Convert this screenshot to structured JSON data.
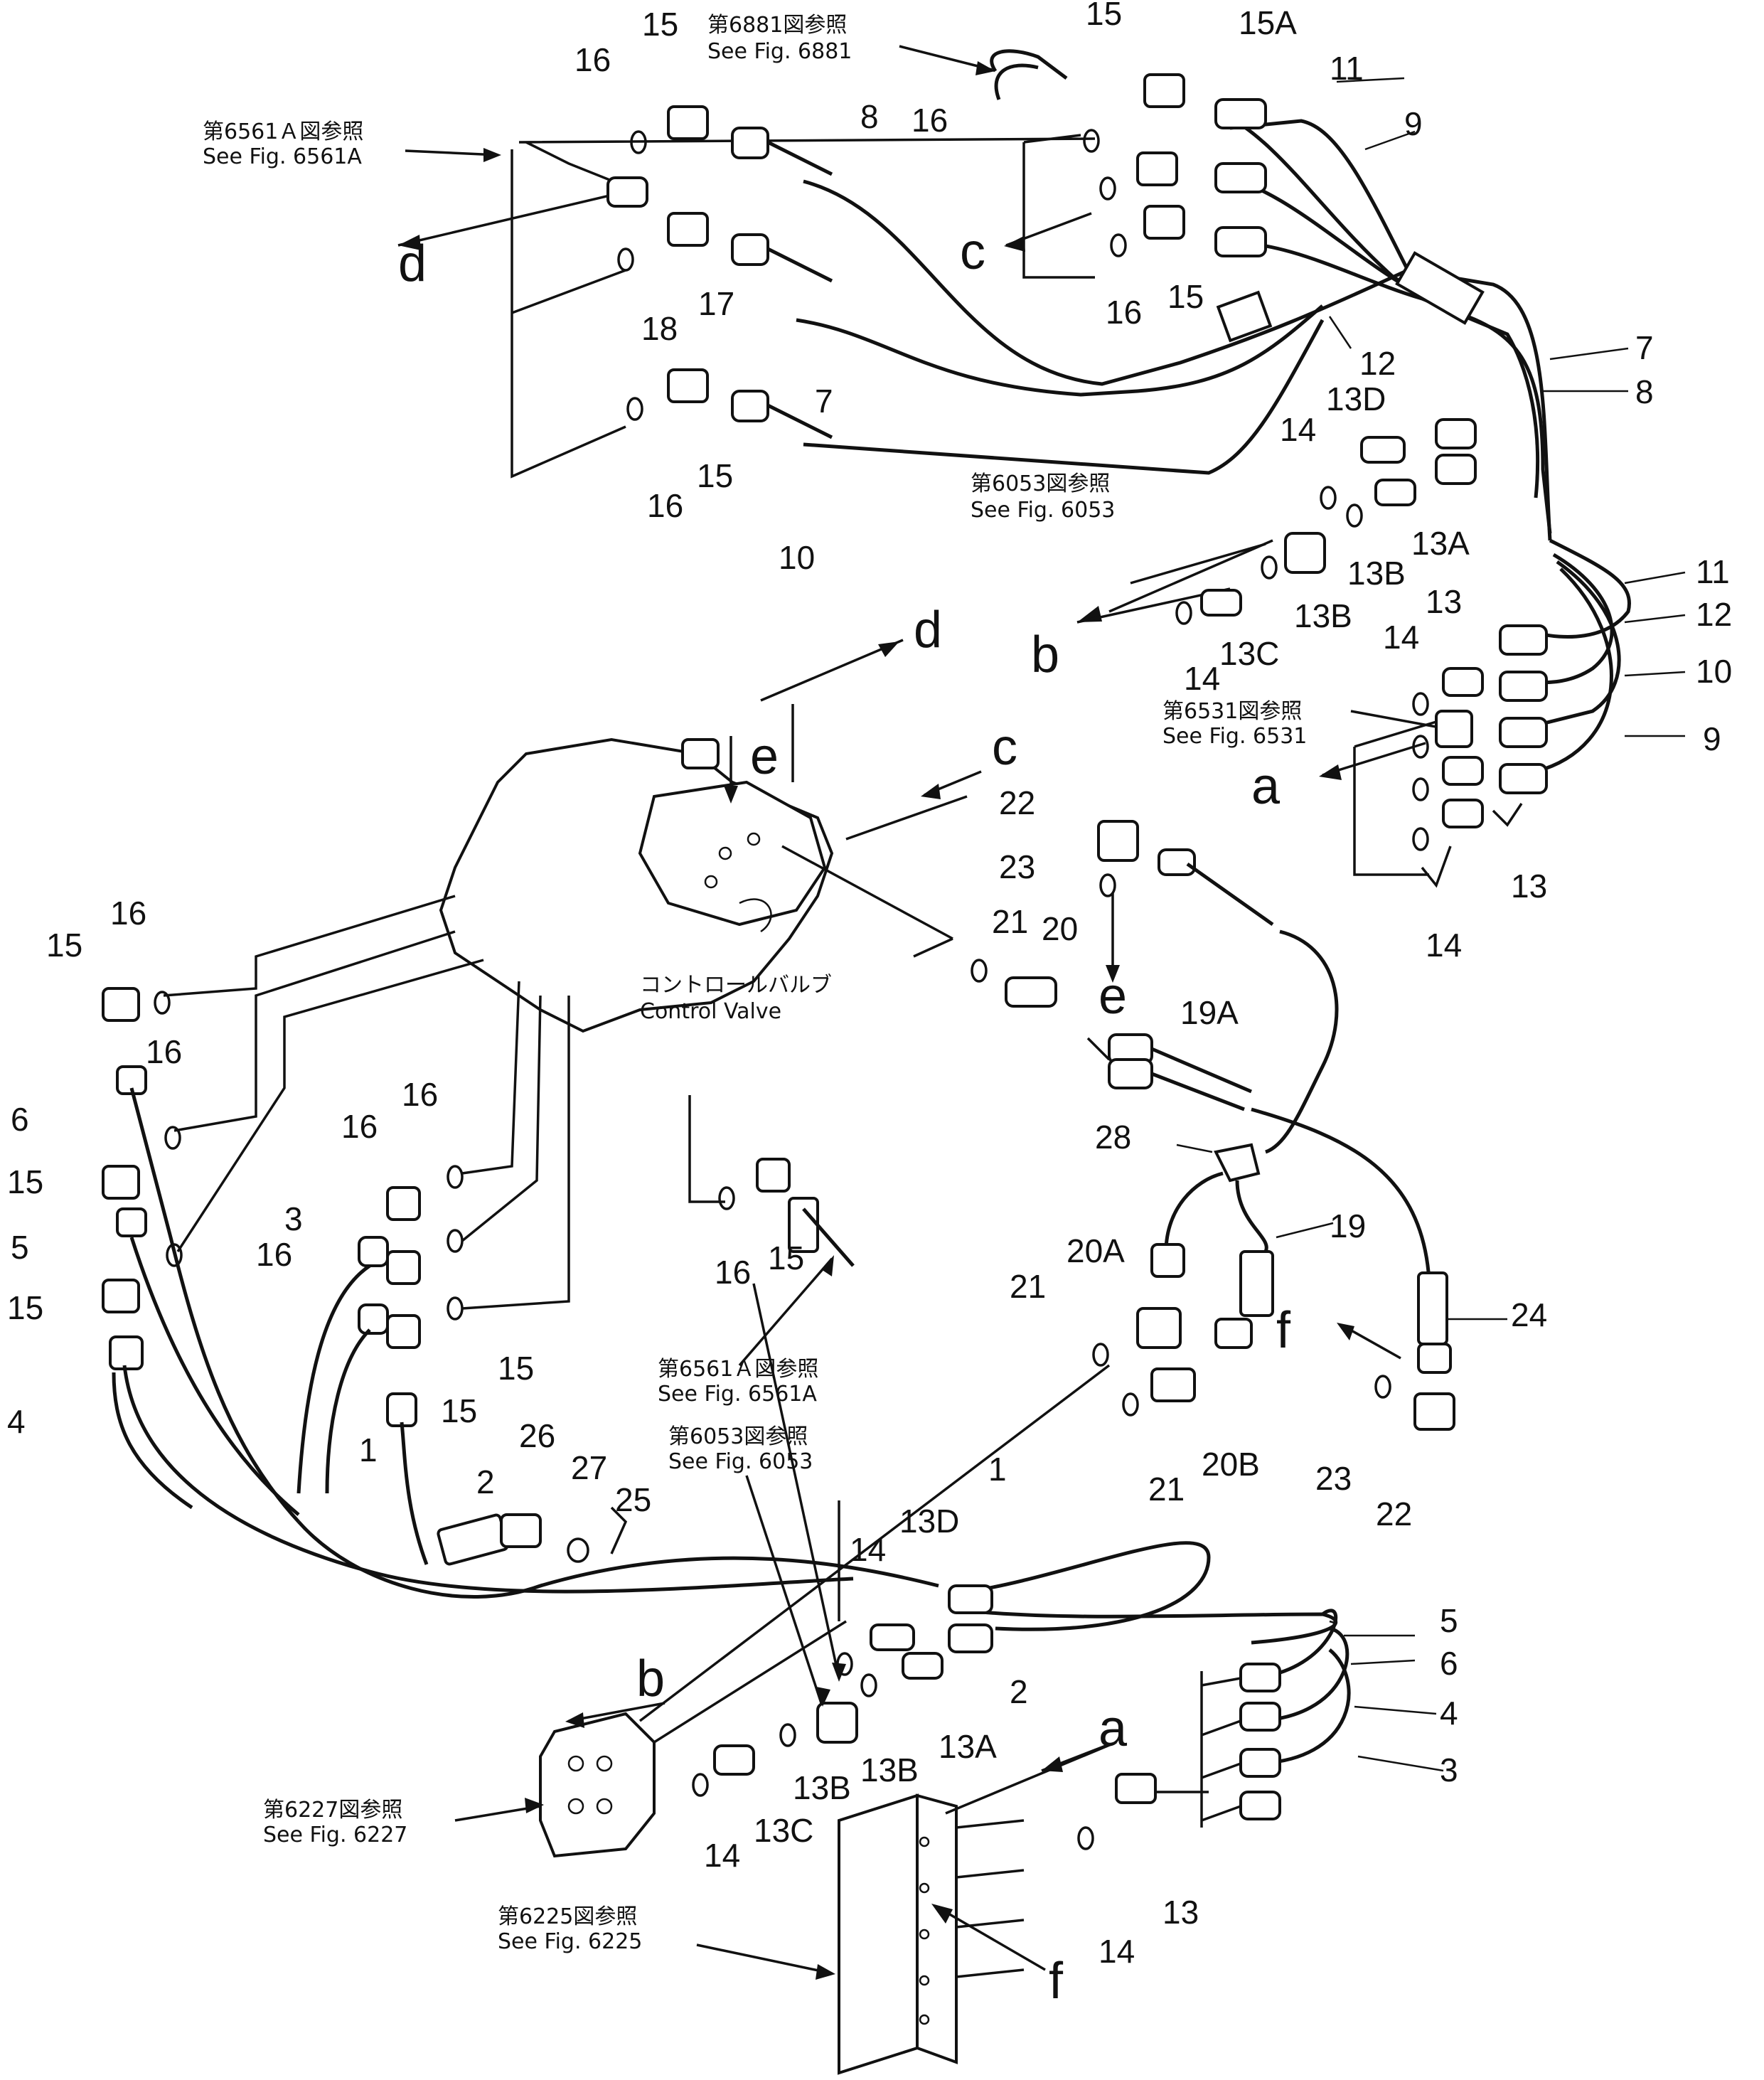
{
  "reference_notes": [
    {
      "jp": "第6881図参照",
      "en": "See  Fig.  6881"
    },
    {
      "jp": "第6561Ａ図参照",
      "en": "See  Fig.  6561A"
    },
    {
      "jp": "第6053図参照",
      "en": "See  Fig.  6053"
    },
    {
      "jp": "第6531図参照",
      "en": "See  Fig.  6531"
    },
    {
      "jp": "第6561Ａ図参照",
      "en": "See  Fig.  6561A"
    },
    {
      "jp": "第6053図参照",
      "en": "See  Fig.  6053"
    },
    {
      "jp": "第6227図参照",
      "en": "See  Fig.  6227"
    },
    {
      "jp": "第6225図参照",
      "en": "See  Fig.  6225"
    }
  ],
  "control_valve": {
    "jp": "コントロールバルブ",
    "en": "Control  Valve"
  },
  "connection_letters": [
    "d",
    "c",
    "b",
    "a",
    "d",
    "c",
    "e",
    "e",
    "f",
    "b",
    "a",
    "f"
  ],
  "part_numbers": [
    "15",
    "15",
    "15A",
    "16",
    "16",
    "8",
    "11",
    "9",
    "17",
    "18",
    "16",
    "15",
    "12",
    "7",
    "8",
    "16",
    "15",
    "10",
    "13D",
    "14",
    "13A",
    "13B",
    "13B",
    "13C",
    "14",
    "11",
    "12",
    "10",
    "9",
    "13",
    "14",
    "13",
    "14",
    "22",
    "23",
    "21",
    "20",
    "19A",
    "16",
    "15",
    "16",
    "6",
    "15",
    "5",
    "16",
    "15",
    "16",
    "3",
    "16",
    "15",
    "16",
    "15",
    "1",
    "4",
    "2",
    "28",
    "19",
    "20A",
    "21",
    "24",
    "20B",
    "21",
    "23",
    "22",
    "26",
    "27",
    "25",
    "14",
    "13D",
    "1",
    "2",
    "13A",
    "13B",
    "13B",
    "13C",
    "14",
    "5",
    "6",
    "4",
    "3",
    "13",
    "14"
  ]
}
